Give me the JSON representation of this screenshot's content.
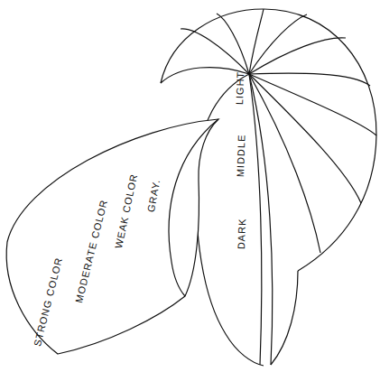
{
  "diagram": {
    "labels": [
      "LIGHT",
      "MIDDLE",
      "DARK",
      "STRONG COLOR",
      "MODERATE COLOR",
      "WEAK COLOR",
      "GRAY."
    ]
  }
}
